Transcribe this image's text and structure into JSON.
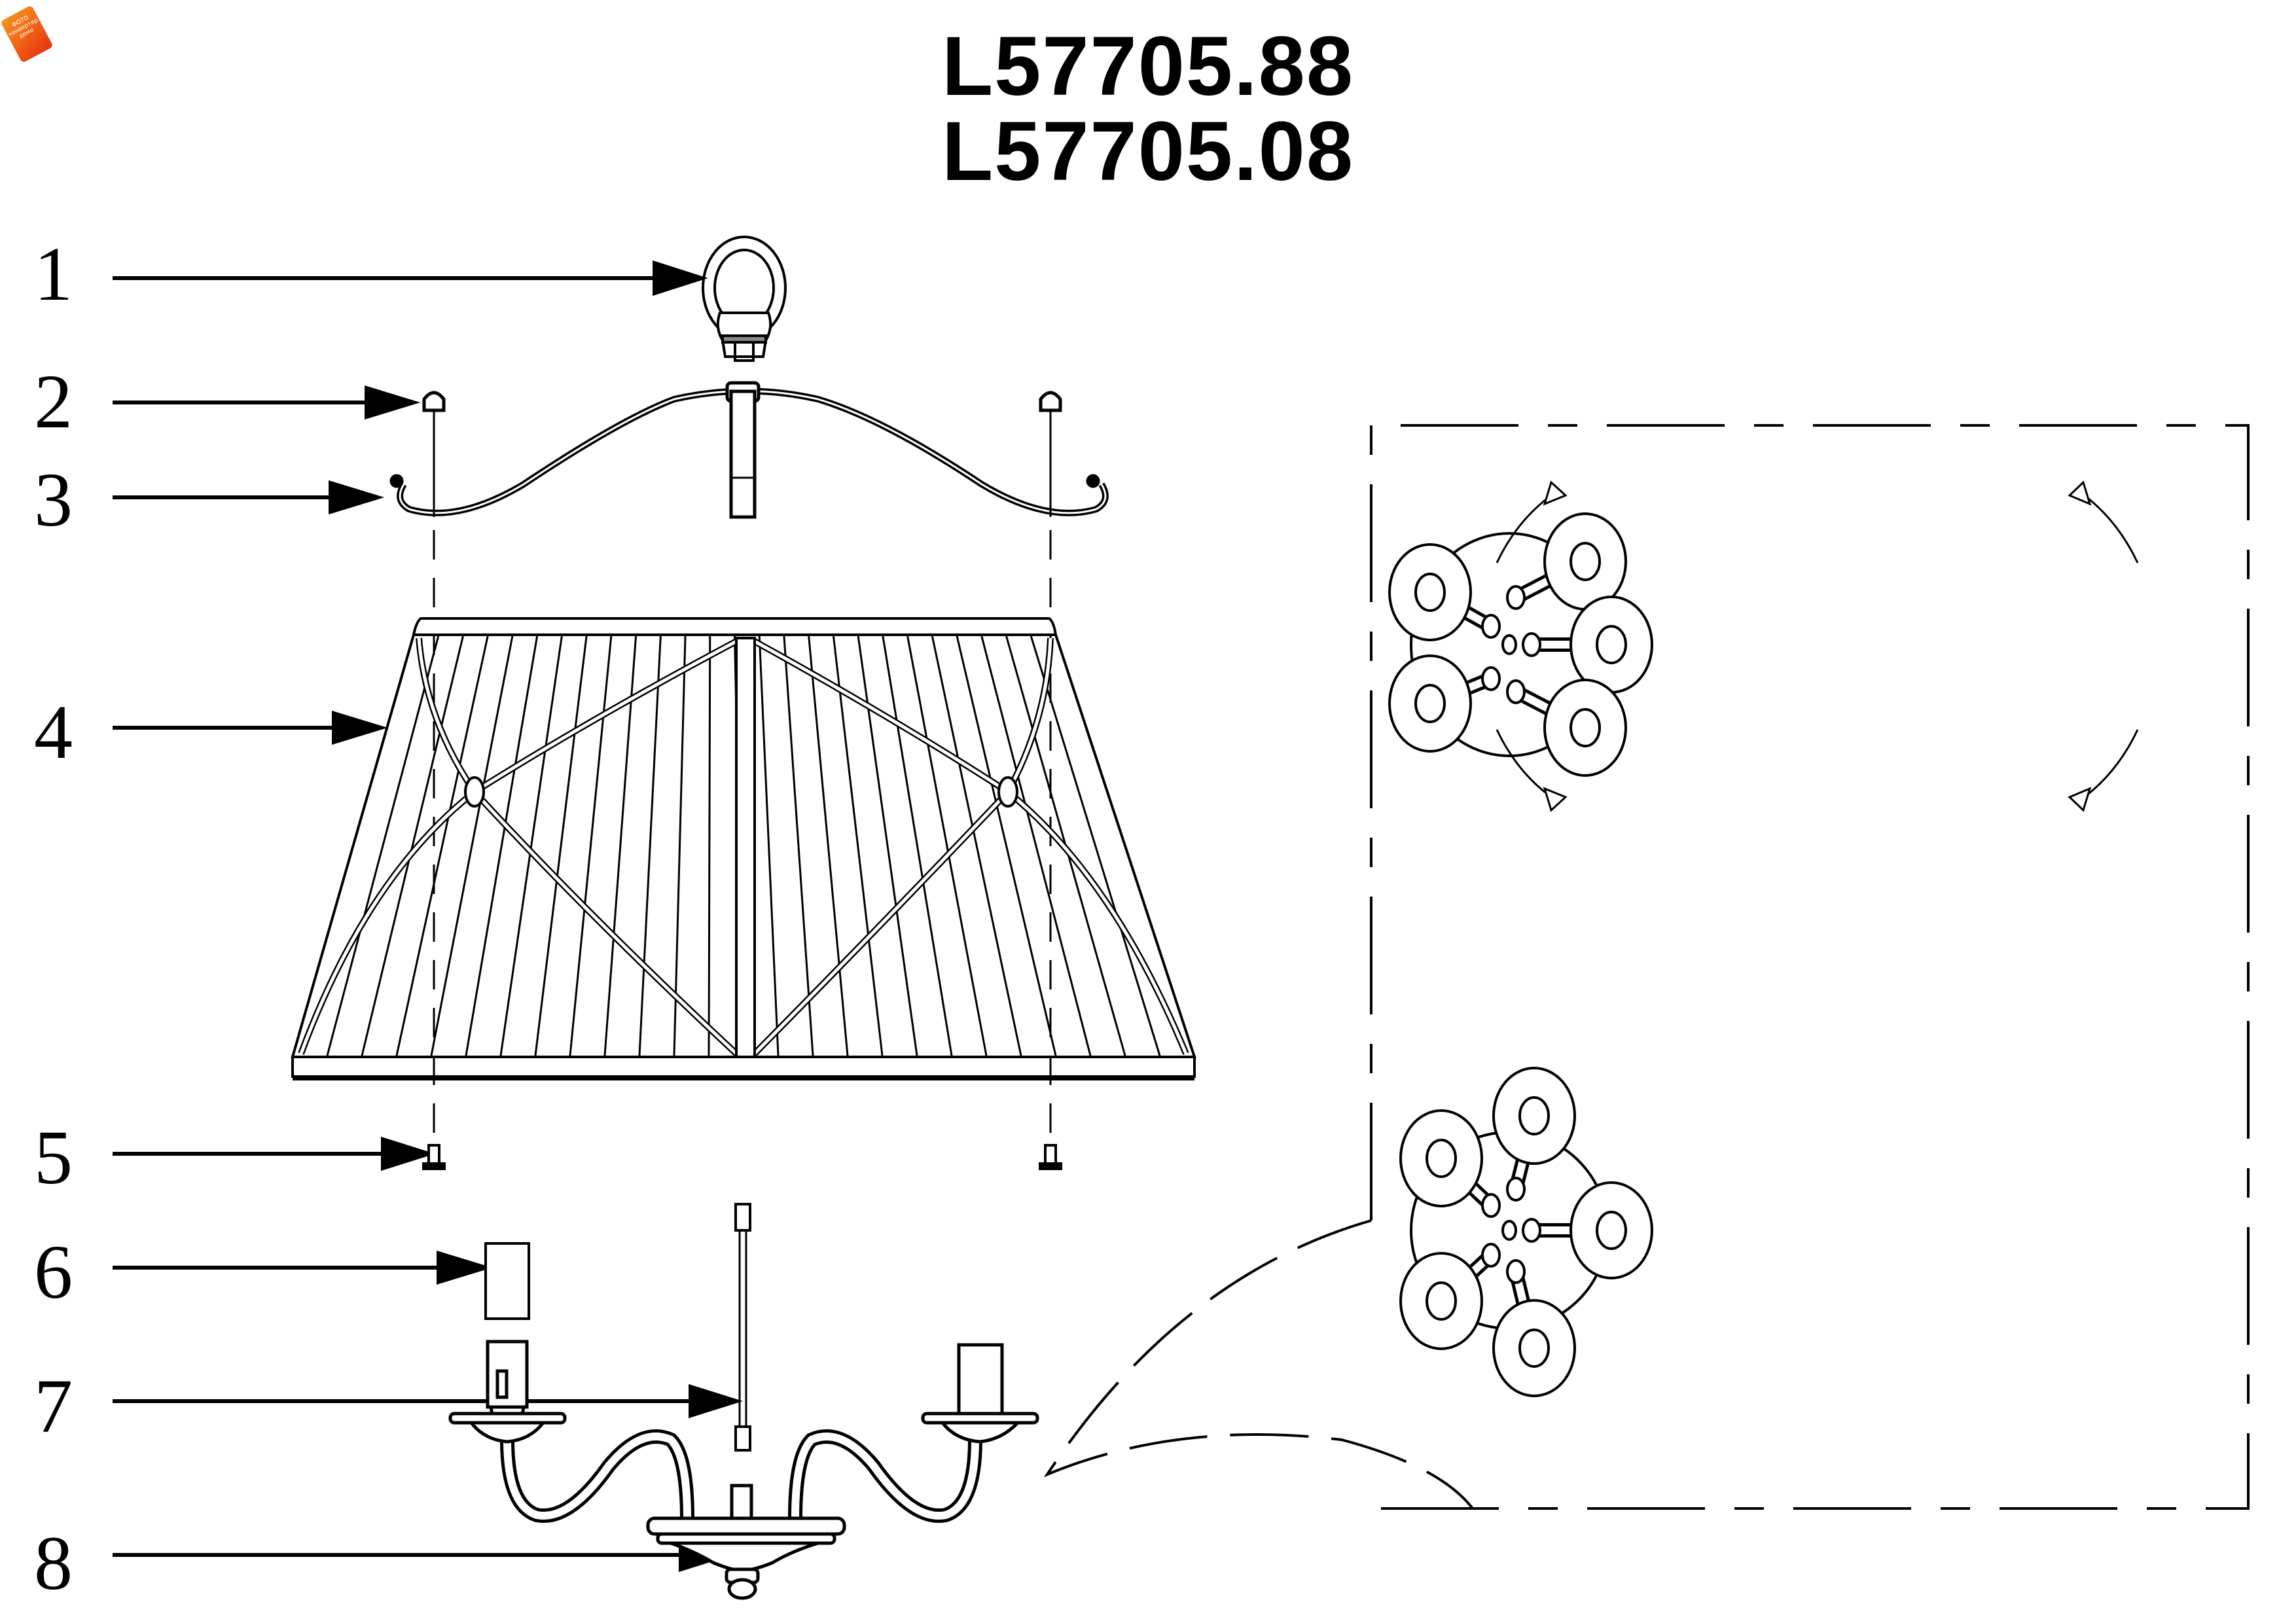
{
  "document": {
    "titles": [
      "L57705.88",
      "L57705.08"
    ],
    "watermark": {
      "line1": "ФОТО",
      "line2": "конвертер",
      "line3": "демо"
    }
  },
  "parts": [
    {
      "number": "1",
      "name": "ring-hook"
    },
    {
      "number": "2",
      "name": "finial-cap"
    },
    {
      "number": "3",
      "name": "curved-frame-arm"
    },
    {
      "number": "4",
      "name": "pleated-lampshade"
    },
    {
      "number": "5",
      "name": "shade-screw"
    },
    {
      "number": "6",
      "name": "candle-sleeve"
    },
    {
      "number": "7",
      "name": "center-rod"
    },
    {
      "number": "8",
      "name": "body-with-arms"
    }
  ],
  "detail_views": [
    {
      "name": "top-view-adjustable",
      "arms": 5,
      "rotation_arrows": 4
    },
    {
      "name": "top-view-star",
      "arms": 5
    }
  ],
  "colors": {
    "line": "#000000",
    "background": "#ffffff",
    "watermark_start": "#f7941d",
    "watermark_end": "#e8330e"
  }
}
